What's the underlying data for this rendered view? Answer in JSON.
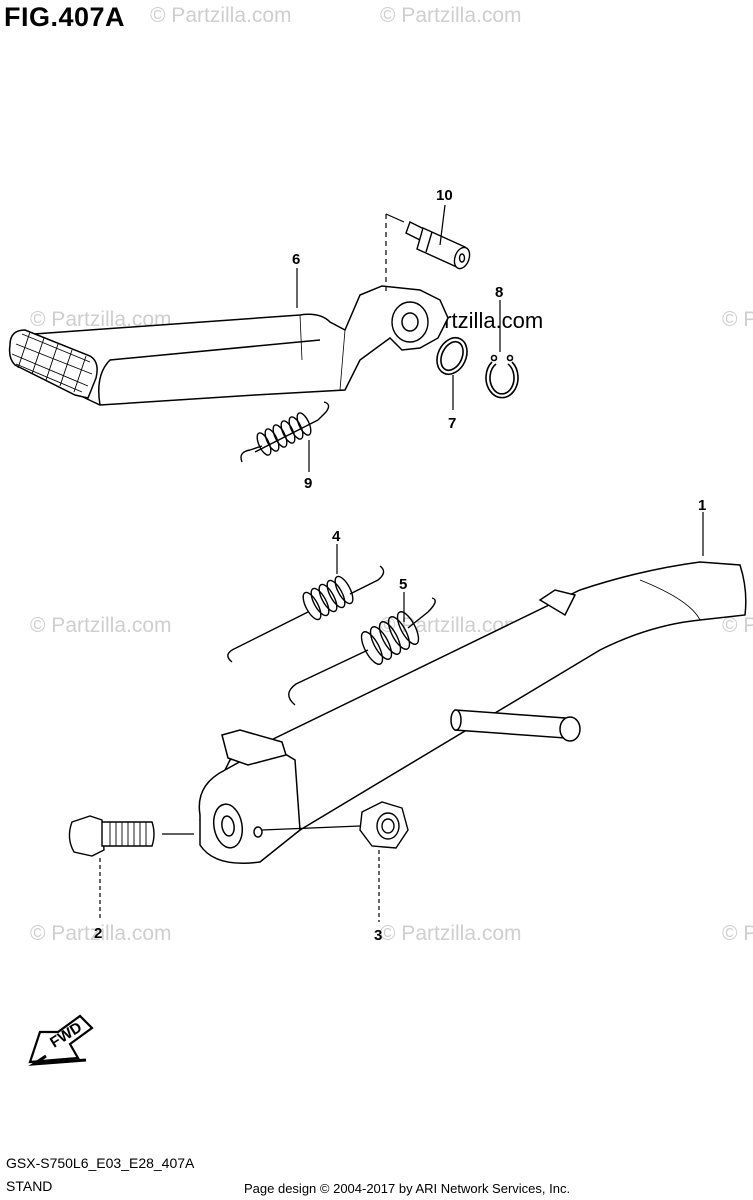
{
  "figure": {
    "title": "FIG.407A"
  },
  "callouts": {
    "c1": "1",
    "c2": "2",
    "c3": "3",
    "c4": "4",
    "c5": "5",
    "c6": "6",
    "c7": "7",
    "c8": "8",
    "c9": "9",
    "c10": "10"
  },
  "watermark": {
    "text": "© Partzilla.com",
    "center_text": "Partzilla.com"
  },
  "direction_badge": {
    "label": "FWD"
  },
  "footer": {
    "model_code": "GSX-S750L6_E03_E28_407A",
    "section_name": "STAND",
    "copyright": "Page design © 2004-2017 by ARI Network Services, Inc."
  }
}
